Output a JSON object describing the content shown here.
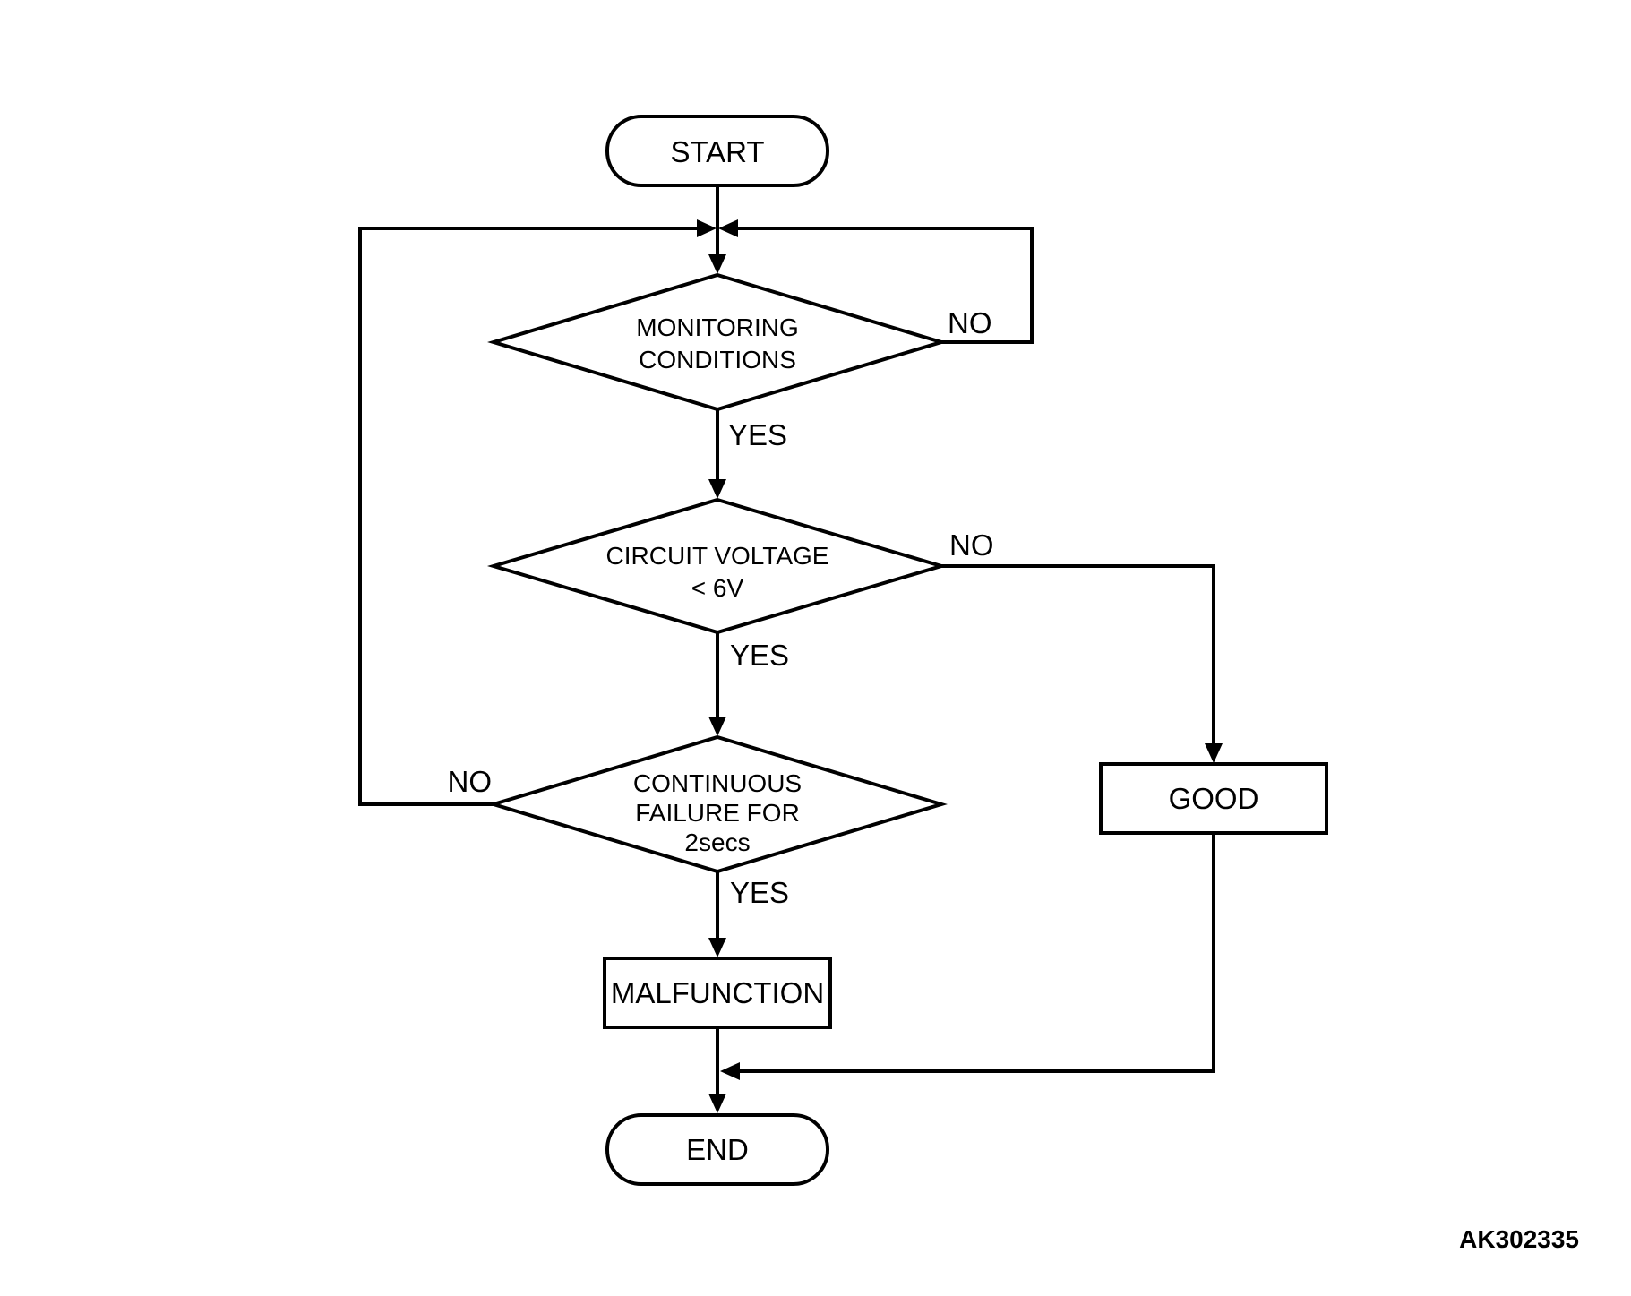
{
  "flowchart": {
    "nodes": {
      "start": "START",
      "decision1": [
        "MONITORING",
        "CONDITIONS"
      ],
      "decision2": [
        "CIRCUIT VOLTAGE",
        "< 6V"
      ],
      "decision3": [
        "CONTINUOUS",
        "FAILURE FOR",
        "2secs"
      ],
      "good": "GOOD",
      "malfunction": "MALFUNCTION",
      "end": "END"
    },
    "edge_labels": {
      "decision1_no": "NO",
      "decision1_yes": "YES",
      "decision2_no": "NO",
      "decision2_yes": "YES",
      "decision3_no": "NO",
      "decision3_yes": "YES"
    },
    "figure_id": "AK302335",
    "colors": {
      "line": "#000000",
      "text": "#000000",
      "background": "#ffffff"
    }
  }
}
